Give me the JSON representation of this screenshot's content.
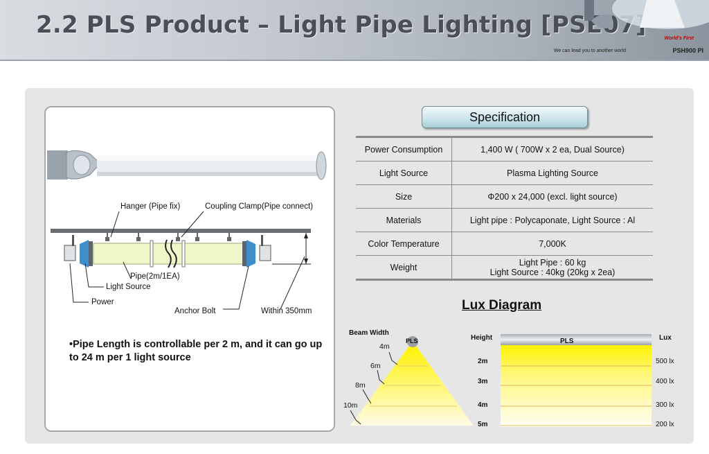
{
  "header": {
    "title": "2.2 PLS Product – Light Pipe Lighting [PSE07]",
    "tagline": "We can lead you to another world",
    "brand": "PSH900 PI",
    "badge": "World's First"
  },
  "diagram": {
    "labels": {
      "hanger": "Hanger (Pipe fix)",
      "coupling": "Coupling Clamp(Pipe connect)",
      "pipe": "Pipe(2m/1EA)",
      "light_source": "Light Source",
      "power": "Power",
      "anchor_bolt": "Anchor Bolt",
      "within": "Within 350mm"
    },
    "note": "•Pipe Length is controllable per 2 m, and it can go up to 24 m per 1 light source"
  },
  "spec": {
    "title": "Specification",
    "rows": [
      {
        "label": "Power Consumption",
        "value": "1,400 W ( 700W x 2 ea, Dual Source)"
      },
      {
        "label": "Light Source",
        "value": "Plasma Lighting Source"
      },
      {
        "label": "Size",
        "value": "Φ200 x 24,000 (excl. light source)"
      },
      {
        "label": "Materials",
        "value": "Light pipe : Polycaponate, Light Source : Al"
      },
      {
        "label": "Color Temperature",
        "value": "7,000K"
      },
      {
        "label": "Weight",
        "value_lines": [
          "Light Pipe : 60 kg",
          "Light Source : 40kg (20kg x 2ea)"
        ]
      }
    ]
  },
  "lux": {
    "title": "Lux Diagram",
    "beam_width_label": "Beam Width",
    "source_label": "PLS",
    "height_label": "Height",
    "lux_label": "Lux",
    "beam_widths": [
      "4m",
      "6m",
      "8m",
      "10m"
    ],
    "levels": [
      {
        "height": "2m",
        "lux": "500 lx"
      },
      {
        "height": "3m",
        "lux": "400 lx"
      },
      {
        "height": "4m",
        "lux": "300 lx"
      },
      {
        "height": "5m",
        "lux": "200 lx"
      }
    ]
  },
  "colors": {
    "pipe_fill": "#f1f6c8",
    "lux_top": "#fff200",
    "bracket_blue": "#3e8fc9"
  }
}
